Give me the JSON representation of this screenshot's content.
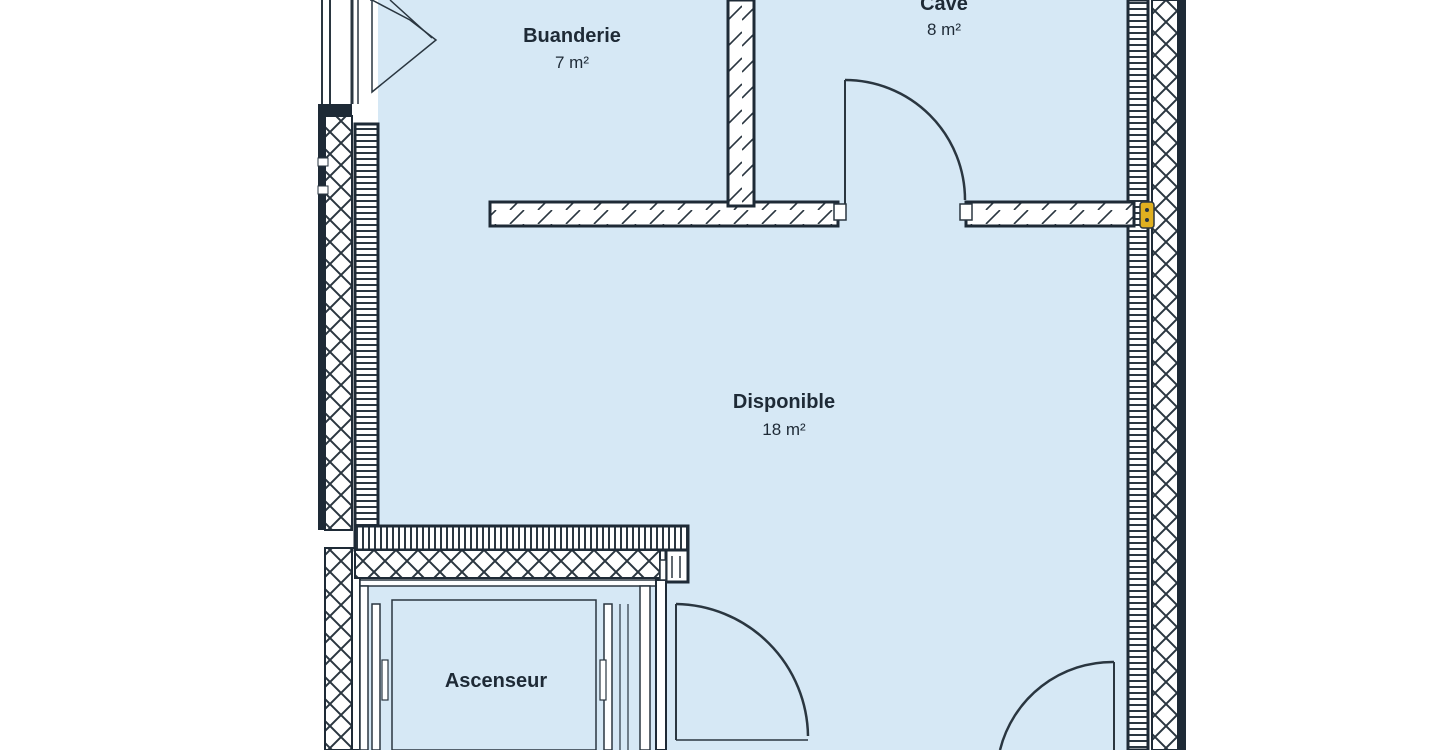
{
  "plan": {
    "rooms": [
      {
        "id": "buanderie",
        "name": "Buanderie",
        "area": "7 m²"
      },
      {
        "id": "cave",
        "name": "Cave",
        "area": "8 m²"
      },
      {
        "id": "disponible",
        "name": "Disponible",
        "area": "18 m²"
      },
      {
        "id": "ascenseur",
        "name": "Ascenseur",
        "area": ""
      }
    ],
    "colors": {
      "floor": "#d6e8f5",
      "wall": "#1e2a36",
      "hatch": "#2a3640",
      "marker": "#e0b020",
      "background": "#ffffff"
    }
  }
}
